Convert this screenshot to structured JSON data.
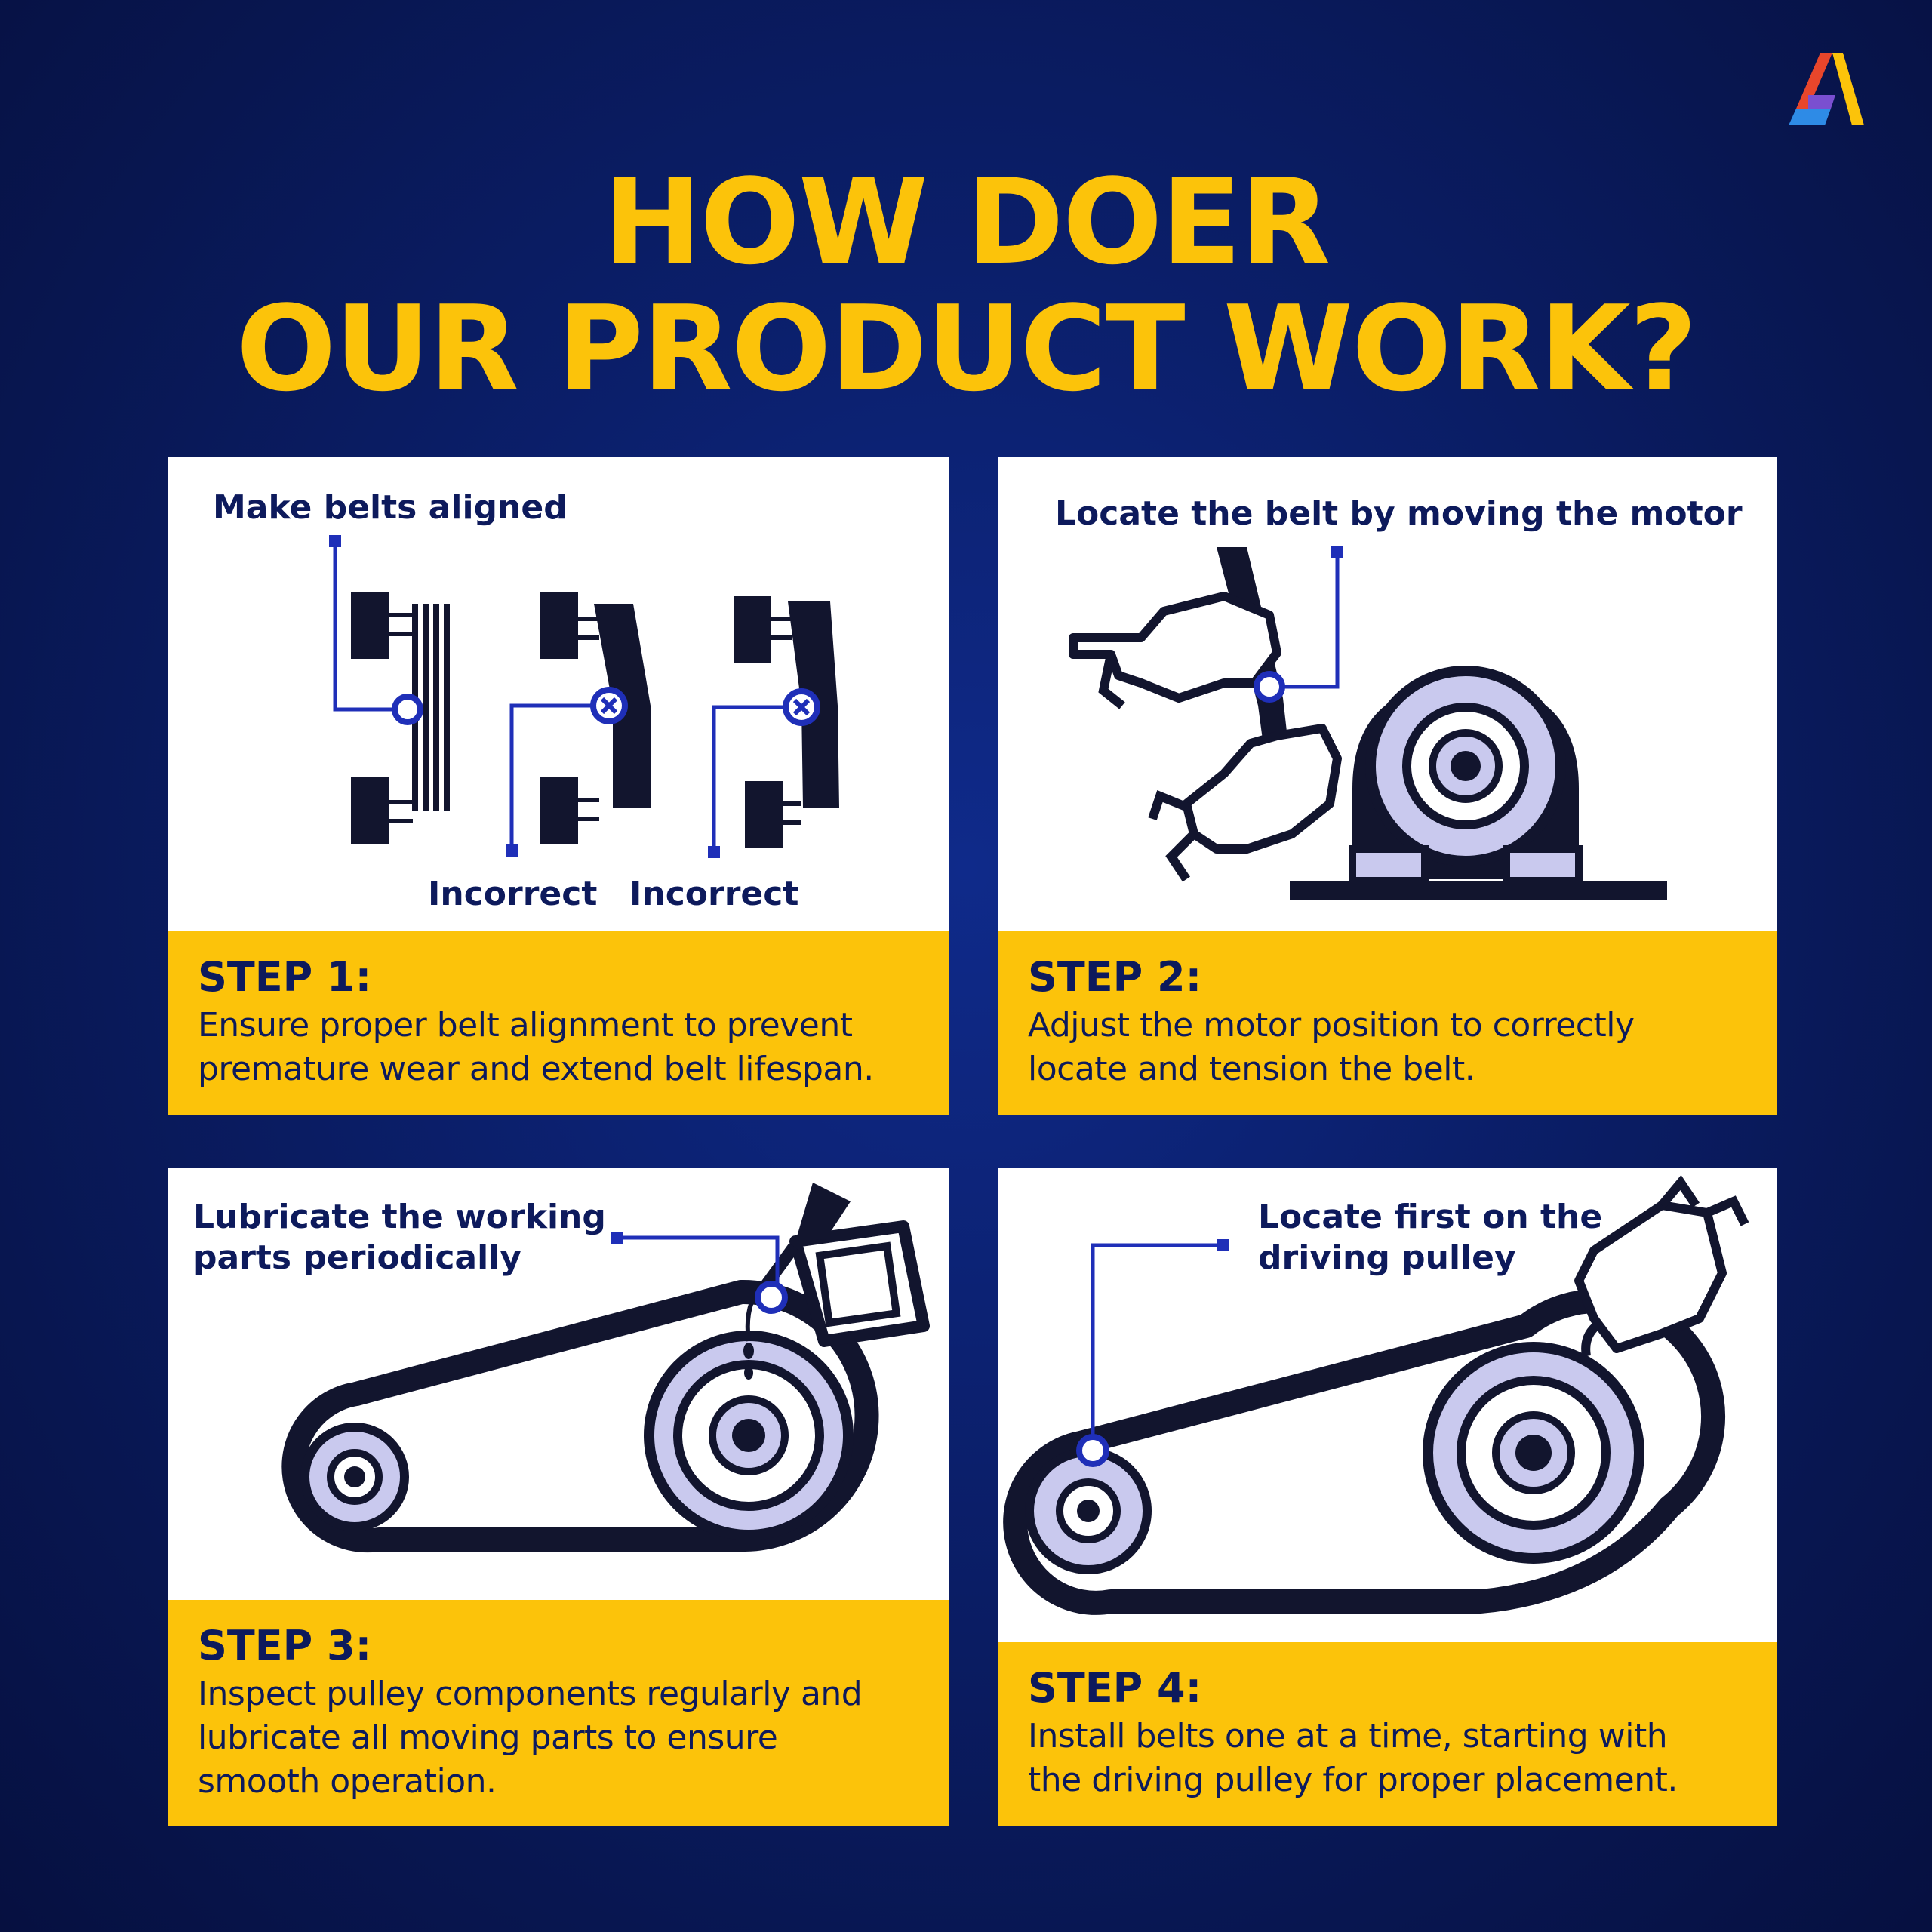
{
  "header": {
    "title_line1": "HOW DOER",
    "title_line2": "OUR PRODUCT WORK?"
  },
  "colors": {
    "background": "#0b1f6b",
    "accent_yellow": "#fcc30a",
    "navy": "#0d1a5c",
    "marker_blue": "#1f2fb8",
    "pulley_lavender": "#c9c9ee",
    "card_white": "#ffffff"
  },
  "steps": [
    {
      "title": "STEP 1:",
      "text_line1": "Ensure proper belt alignment to prevent",
      "text_line2": "premature wear and extend belt lifespan.",
      "callouts": {
        "main": "Make belts aligned",
        "incorrect_a": "Incorrect",
        "incorrect_b": "Incorrect"
      }
    },
    {
      "title": "STEP 2:",
      "text_line1": "Adjust the motor position to correctly",
      "text_line2": "locate and tension the belt.",
      "callouts": {
        "main": "Locate the belt by moving the motor"
      }
    },
    {
      "title": "STEP 3:",
      "text_line1": "Inspect pulley components regularly and",
      "text_line2": "lubricate all moving parts to ensure",
      "text_line3": "smooth operation.",
      "callouts": {
        "line1": "Lubricate the working",
        "line2": "parts periodically"
      }
    },
    {
      "title": "STEP 4:",
      "text_line1": "Install belts one at a time, starting with",
      "text_line2": "the driving pulley for proper placement.",
      "callouts": {
        "line1": "Locate first on the",
        "line2": "driving pulley"
      }
    }
  ]
}
